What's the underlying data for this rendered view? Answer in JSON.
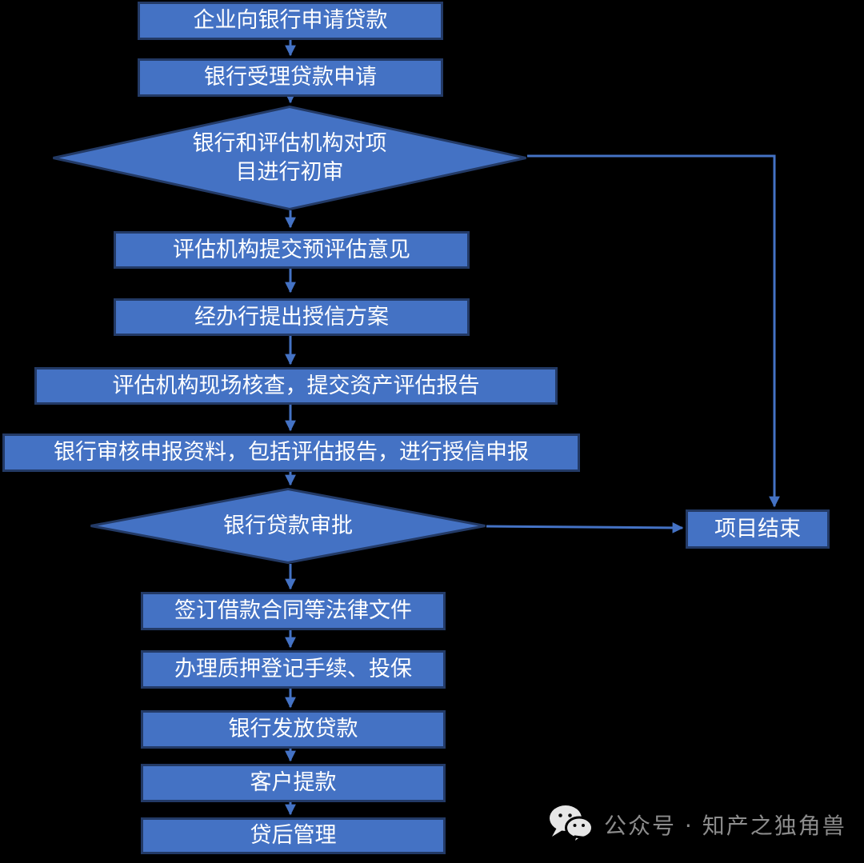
{
  "diagram": {
    "type": "flowchart",
    "subject": "银行贷款/质押融资业务流程",
    "colors": {
      "background": "#000000",
      "shape_fill": "#4472C4",
      "shape_border": "#233A66",
      "connector": "#4472C4",
      "shape_text": "#FFFFFF",
      "watermark_text": "#8C8C8C",
      "watermark_icon": "#E6E6E6"
    },
    "nodes": {
      "step1": {
        "type": "process",
        "label": "企业向银行申请贷款"
      },
      "step2": {
        "type": "process",
        "label": "银行受理贷款申请"
      },
      "decision1": {
        "type": "decision",
        "label": "银行和评估机构对项目进行初审",
        "line1": "银行和评估机构对项",
        "line2": "目进行初审"
      },
      "step4": {
        "type": "process",
        "label": "评估机构提交预评估意见"
      },
      "step5": {
        "type": "process",
        "label": "经办行提出授信方案"
      },
      "step6": {
        "type": "process",
        "label": "评估机构现场核查，提交资产评估报告"
      },
      "step7": {
        "type": "process",
        "label": "银行审核申报资料，包括评估报告，进行授信申报"
      },
      "decision2": {
        "type": "decision",
        "label": "银行贷款审批"
      },
      "step9": {
        "type": "process",
        "label": "签订借款合同等法律文件"
      },
      "step10": {
        "type": "process",
        "label": "办理质押登记手续、投保"
      },
      "step11": {
        "type": "process",
        "label": "银行发放贷款"
      },
      "step12": {
        "type": "process",
        "label": "客户提款"
      },
      "step13": {
        "type": "process",
        "label": "贷后管理"
      },
      "end": {
        "type": "terminator",
        "label": "项目结束"
      }
    },
    "edges": [
      {
        "from": "step1",
        "to": "step2"
      },
      {
        "from": "step2",
        "to": "decision1"
      },
      {
        "from": "decision1",
        "to": "step4"
      },
      {
        "from": "decision1",
        "to": "end"
      },
      {
        "from": "step4",
        "to": "step5"
      },
      {
        "from": "step5",
        "to": "step6"
      },
      {
        "from": "step6",
        "to": "step7"
      },
      {
        "from": "step7",
        "to": "decision2"
      },
      {
        "from": "decision2",
        "to": "step9"
      },
      {
        "from": "decision2",
        "to": "end"
      },
      {
        "from": "step9",
        "to": "step10"
      },
      {
        "from": "step10",
        "to": "step11"
      },
      {
        "from": "step11",
        "to": "step12"
      },
      {
        "from": "step12",
        "to": "step13"
      }
    ]
  },
  "watermark": {
    "icon": "wechat-icon",
    "label": "公众号 · 知产之独角兽"
  }
}
